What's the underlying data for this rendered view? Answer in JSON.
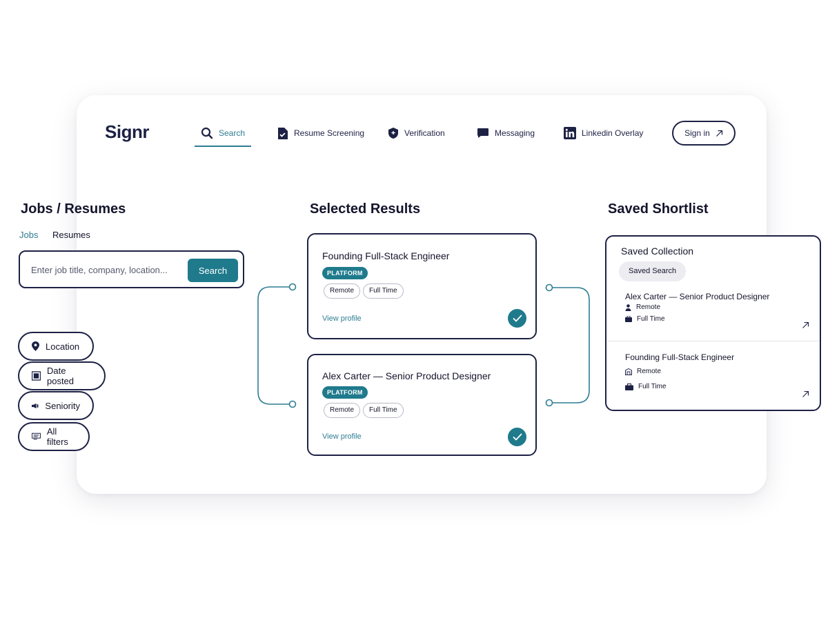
{
  "header": {
    "logo": "Signr",
    "nav": [
      {
        "label": "Search",
        "icon": "search-icon",
        "active": true
      },
      {
        "label": "Resume Screening",
        "icon": "document-check-icon"
      },
      {
        "label": "Verification",
        "icon": "shield-icon"
      },
      {
        "label": "Messaging",
        "icon": "chat-bubble-icon"
      },
      {
        "label": "Linkedin Overlay",
        "icon": "linkedin-icon"
      }
    ],
    "signin_label": "Sign in",
    "signin_icon": "arrow-up-right-icon"
  },
  "left": {
    "title": "Jobs / Resumes",
    "tabs": [
      {
        "label": "Jobs",
        "active": true
      },
      {
        "label": "Resumes"
      }
    ],
    "search": {
      "placeholder": "Enter job title, company, location...",
      "value": "",
      "button_label": "Search"
    },
    "filters": [
      {
        "label": "Location",
        "icon": "location-pin-icon"
      },
      {
        "label": "Date posted",
        "icon": "calendar-icon"
      },
      {
        "label": "Seniority",
        "icon": "megaphone-icon"
      },
      {
        "label": "All filters",
        "icon": "filter-lines-icon"
      }
    ]
  },
  "middle": {
    "title": "Selected Results",
    "cards": [
      {
        "title": "Founding Full-Stack Engineer",
        "badge": "PLATFORM",
        "tags": [
          "Remote",
          "Full Time"
        ],
        "link": "View profile",
        "selected": true
      },
      {
        "title": "Alex Carter — Senior Product Designer",
        "badge": "PLATFORM",
        "tags": [
          "Remote",
          "Full Time"
        ],
        "link": "View profile",
        "selected": true
      }
    ]
  },
  "right": {
    "title": "Saved Shortlist",
    "collection_title": "Saved Collection",
    "chip": "Saved Search",
    "items": [
      {
        "title": "Alex Carter — Senior Product Designer",
        "meta": [
          {
            "icon": "person-icon",
            "text": "Remote"
          },
          {
            "icon": "briefcase-icon",
            "text": "Full Time"
          }
        ]
      },
      {
        "title": "Founding Full-Stack Engineer",
        "meta": [
          {
            "icon": "building-icon",
            "text": "Remote"
          },
          {
            "icon": "briefcase-icon",
            "text": "Full Time"
          }
        ]
      }
    ]
  },
  "colors": {
    "accent": "#1f7a8c",
    "link": "#2e7d92",
    "navy": "#1d2144"
  }
}
